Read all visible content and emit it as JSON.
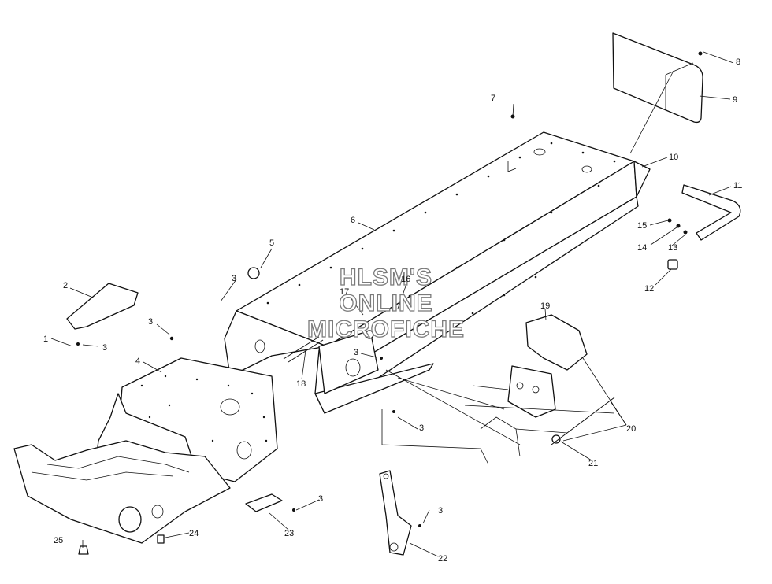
{
  "watermark": {
    "line1": "HLSM'S",
    "line2": "ONLINE",
    "line3": "MICROFICHE"
  },
  "callouts": [
    {
      "id": "c1",
      "text": "1"
    },
    {
      "id": "c2",
      "text": "2"
    },
    {
      "id": "c3a",
      "text": "3"
    },
    {
      "id": "c3b",
      "text": "3"
    },
    {
      "id": "c3c",
      "text": "3"
    },
    {
      "id": "c3d",
      "text": "3"
    },
    {
      "id": "c3e",
      "text": "3"
    },
    {
      "id": "c3f",
      "text": "3"
    },
    {
      "id": "c3g",
      "text": "3"
    },
    {
      "id": "c4",
      "text": "4"
    },
    {
      "id": "c5",
      "text": "5"
    },
    {
      "id": "c6",
      "text": "6"
    },
    {
      "id": "c7",
      "text": "7"
    },
    {
      "id": "c8",
      "text": "8"
    },
    {
      "id": "c9",
      "text": "9"
    },
    {
      "id": "c10",
      "text": "10"
    },
    {
      "id": "c11",
      "text": "11"
    },
    {
      "id": "c12",
      "text": "12"
    },
    {
      "id": "c13",
      "text": "13"
    },
    {
      "id": "c14",
      "text": "14"
    },
    {
      "id": "c15",
      "text": "15"
    },
    {
      "id": "c16",
      "text": "16"
    },
    {
      "id": "c17",
      "text": "17"
    },
    {
      "id": "c18",
      "text": "18"
    },
    {
      "id": "c19",
      "text": "19"
    },
    {
      "id": "c20",
      "text": "20"
    },
    {
      "id": "c21",
      "text": "21"
    },
    {
      "id": "c22",
      "text": "22"
    },
    {
      "id": "c23",
      "text": "23"
    },
    {
      "id": "c24",
      "text": "24"
    },
    {
      "id": "c25",
      "text": "25"
    }
  ]
}
